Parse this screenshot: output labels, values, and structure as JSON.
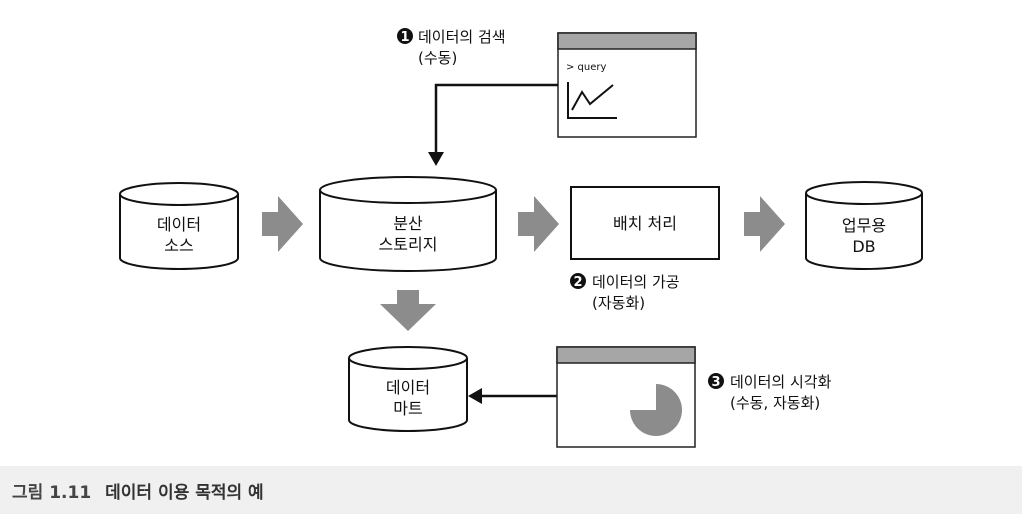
{
  "nodes": {
    "data_source": [
      "데이터",
      "소스"
    ],
    "distributed_storage": [
      "분산",
      "스토리지"
    ],
    "batch_processing": "배치 처리",
    "business_db": [
      "업무용",
      "DB"
    ],
    "data_mart": [
      "데이터",
      "마트"
    ]
  },
  "query_window": {
    "prompt": "> query"
  },
  "steps": [
    {
      "number": "1",
      "title": "데이터의 검색",
      "mode": "(수동)"
    },
    {
      "number": "2",
      "title": "데이터의 가공",
      "mode": "(자동화)"
    },
    {
      "number": "3",
      "title": "데이터의 시각화",
      "mode": "(수동, 자동화)"
    }
  ],
  "caption": {
    "figure": "그림 1.11",
    "text": "데이터 이용 목적의 예"
  },
  "colors": {
    "arrow_fill": "#8c8c8c",
    "window_bar": "#a6a6a6",
    "pie_fill": "#8c8c8c"
  }
}
